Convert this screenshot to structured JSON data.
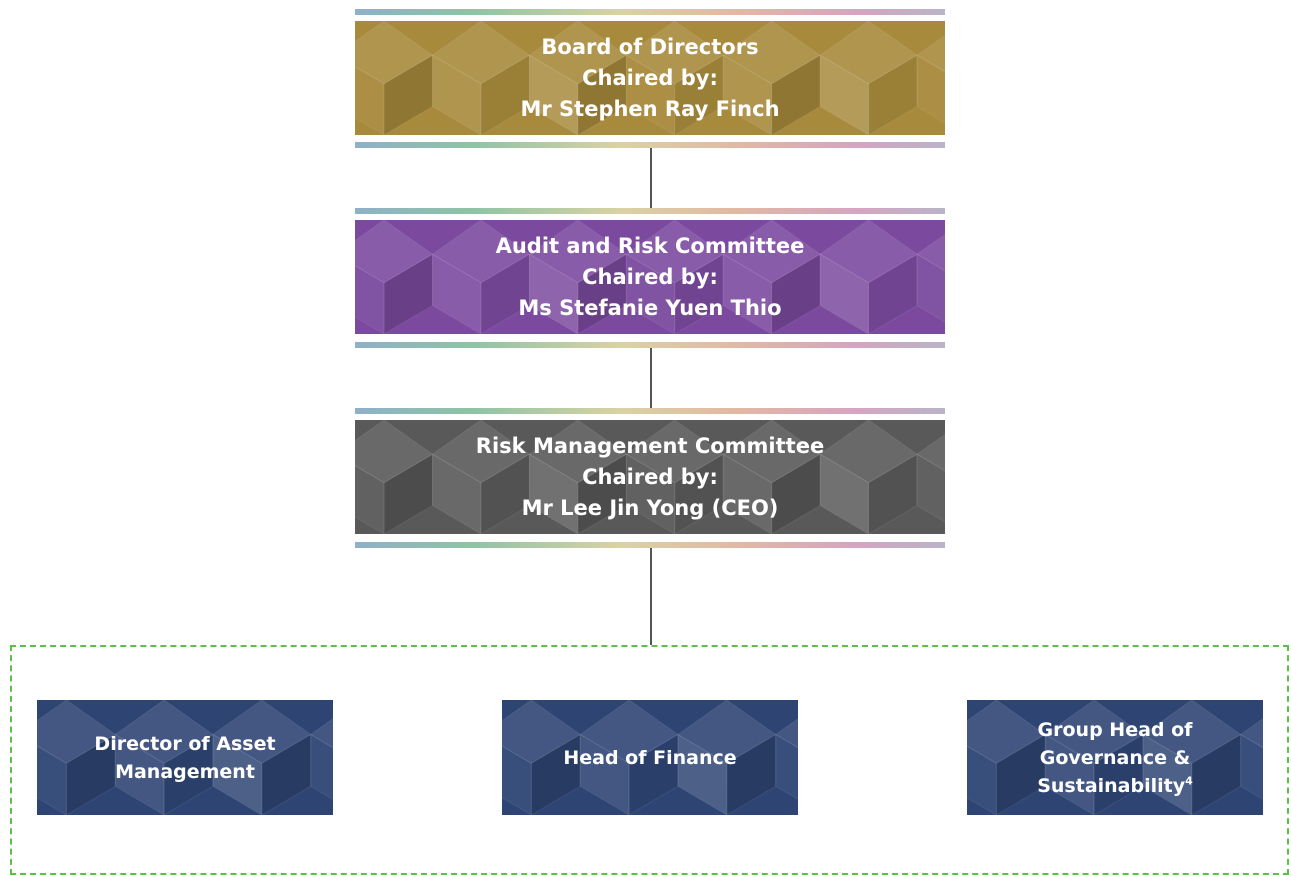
{
  "committees": [
    {
      "name": "Board of Directors",
      "chaired_by": "Chaired by:",
      "chair": "Mr Stephen Ray Finch",
      "color": "#a88a3c"
    },
    {
      "name": "Audit and Risk Committee",
      "chaired_by": "Chaired by:",
      "chair": "Ms Stefanie Yuen Thio",
      "color": "#7b4a9f"
    },
    {
      "name": "Risk Management Committee",
      "chaired_by": "Chaired by:",
      "chair": "Mr Lee Jin Yong (CEO)",
      "color": "#595959"
    }
  ],
  "management": [
    {
      "line1": "Director of Asset",
      "line2": "Management",
      "color": "#2e4574"
    },
    {
      "line1": "Head of Finance",
      "color": "#2e4574"
    },
    {
      "line1": "Group Head of",
      "line2": "Governance &",
      "line3": "Sustainability",
      "footnote": "4",
      "color": "#2e4574"
    }
  ],
  "colors": {
    "connector": "#555555",
    "group_border": "#5cbf4a",
    "stripe": [
      "#8fb0c8",
      "#8ec4a4",
      "#d9d2a4",
      "#e2b8a4",
      "#d6a4c0",
      "#b9b4c9"
    ]
  }
}
